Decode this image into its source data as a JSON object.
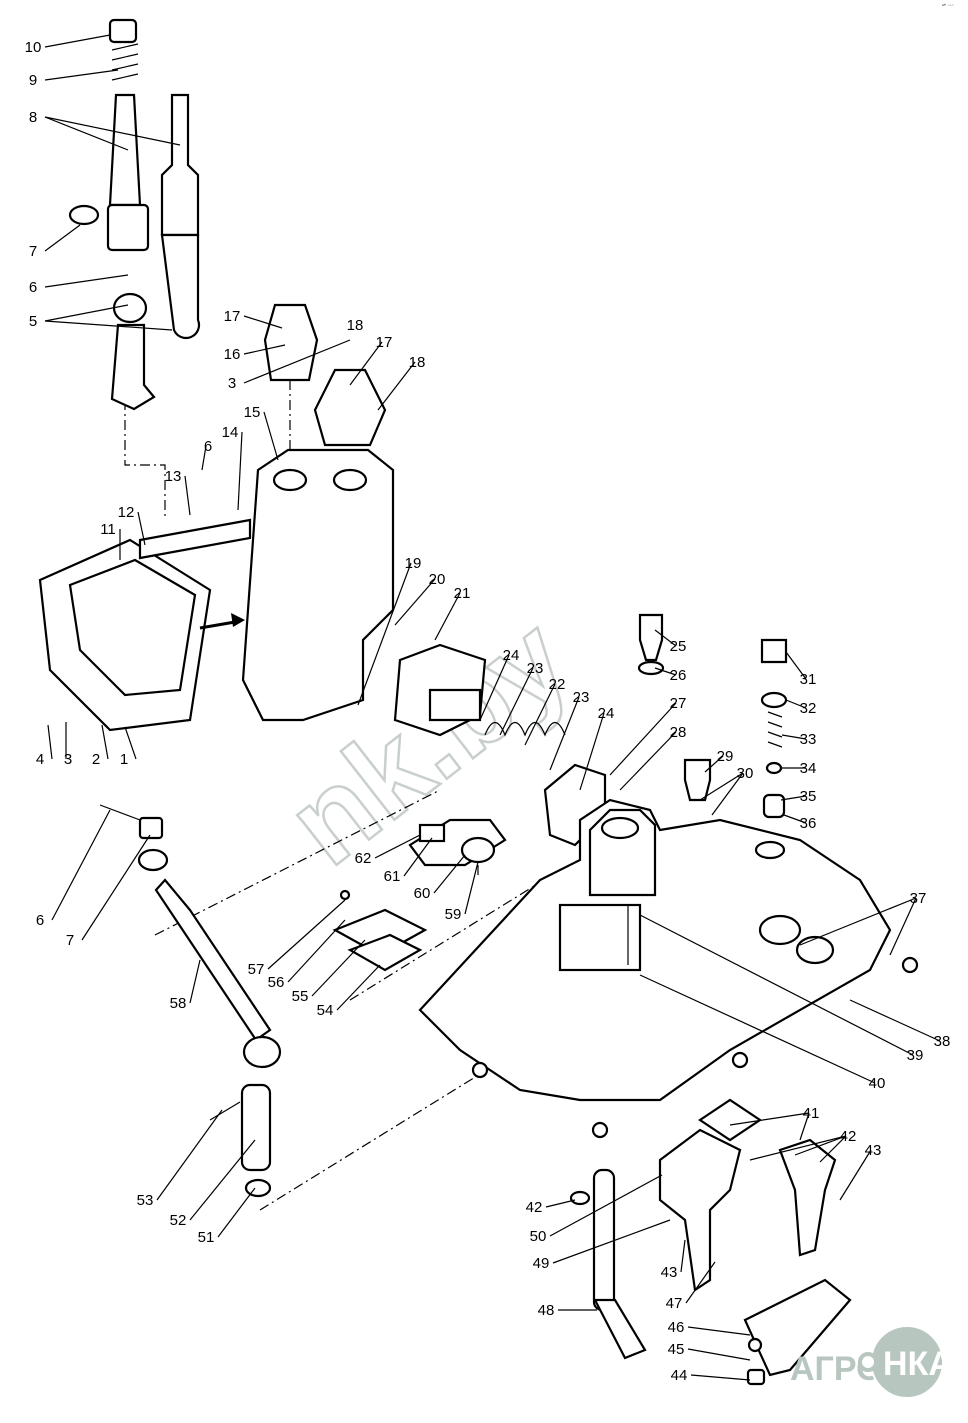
{
  "diagram": {
    "corner_mark": "▪• ◦◦◦",
    "watermark": "nk.by",
    "logo": {
      "text_left": "АГРО",
      "text_right": "НКА",
      "color": "#b7c6be"
    },
    "callouts": [
      "10",
      "9",
      "8",
      "7",
      "6",
      "5",
      "17",
      "16",
      "3",
      "18",
      "17",
      "18",
      "15",
      "14",
      "6",
      "13",
      "12",
      "11",
      "4",
      "3",
      "2",
      "1",
      "19",
      "20",
      "21",
      "24",
      "23",
      "22",
      "23",
      "24",
      "27",
      "28",
      "29",
      "30",
      "25",
      "26",
      "31",
      "32",
      "33",
      "34",
      "35",
      "36",
      "37",
      "38",
      "39",
      "40",
      "62",
      "61",
      "60",
      "59",
      "57",
      "56",
      "55",
      "54",
      "58",
      "6",
      "7",
      "53",
      "52",
      "51",
      "41",
      "42",
      "43",
      "42",
      "50",
      "49",
      "43",
      "47",
      "48",
      "46",
      "45",
      "44"
    ]
  }
}
